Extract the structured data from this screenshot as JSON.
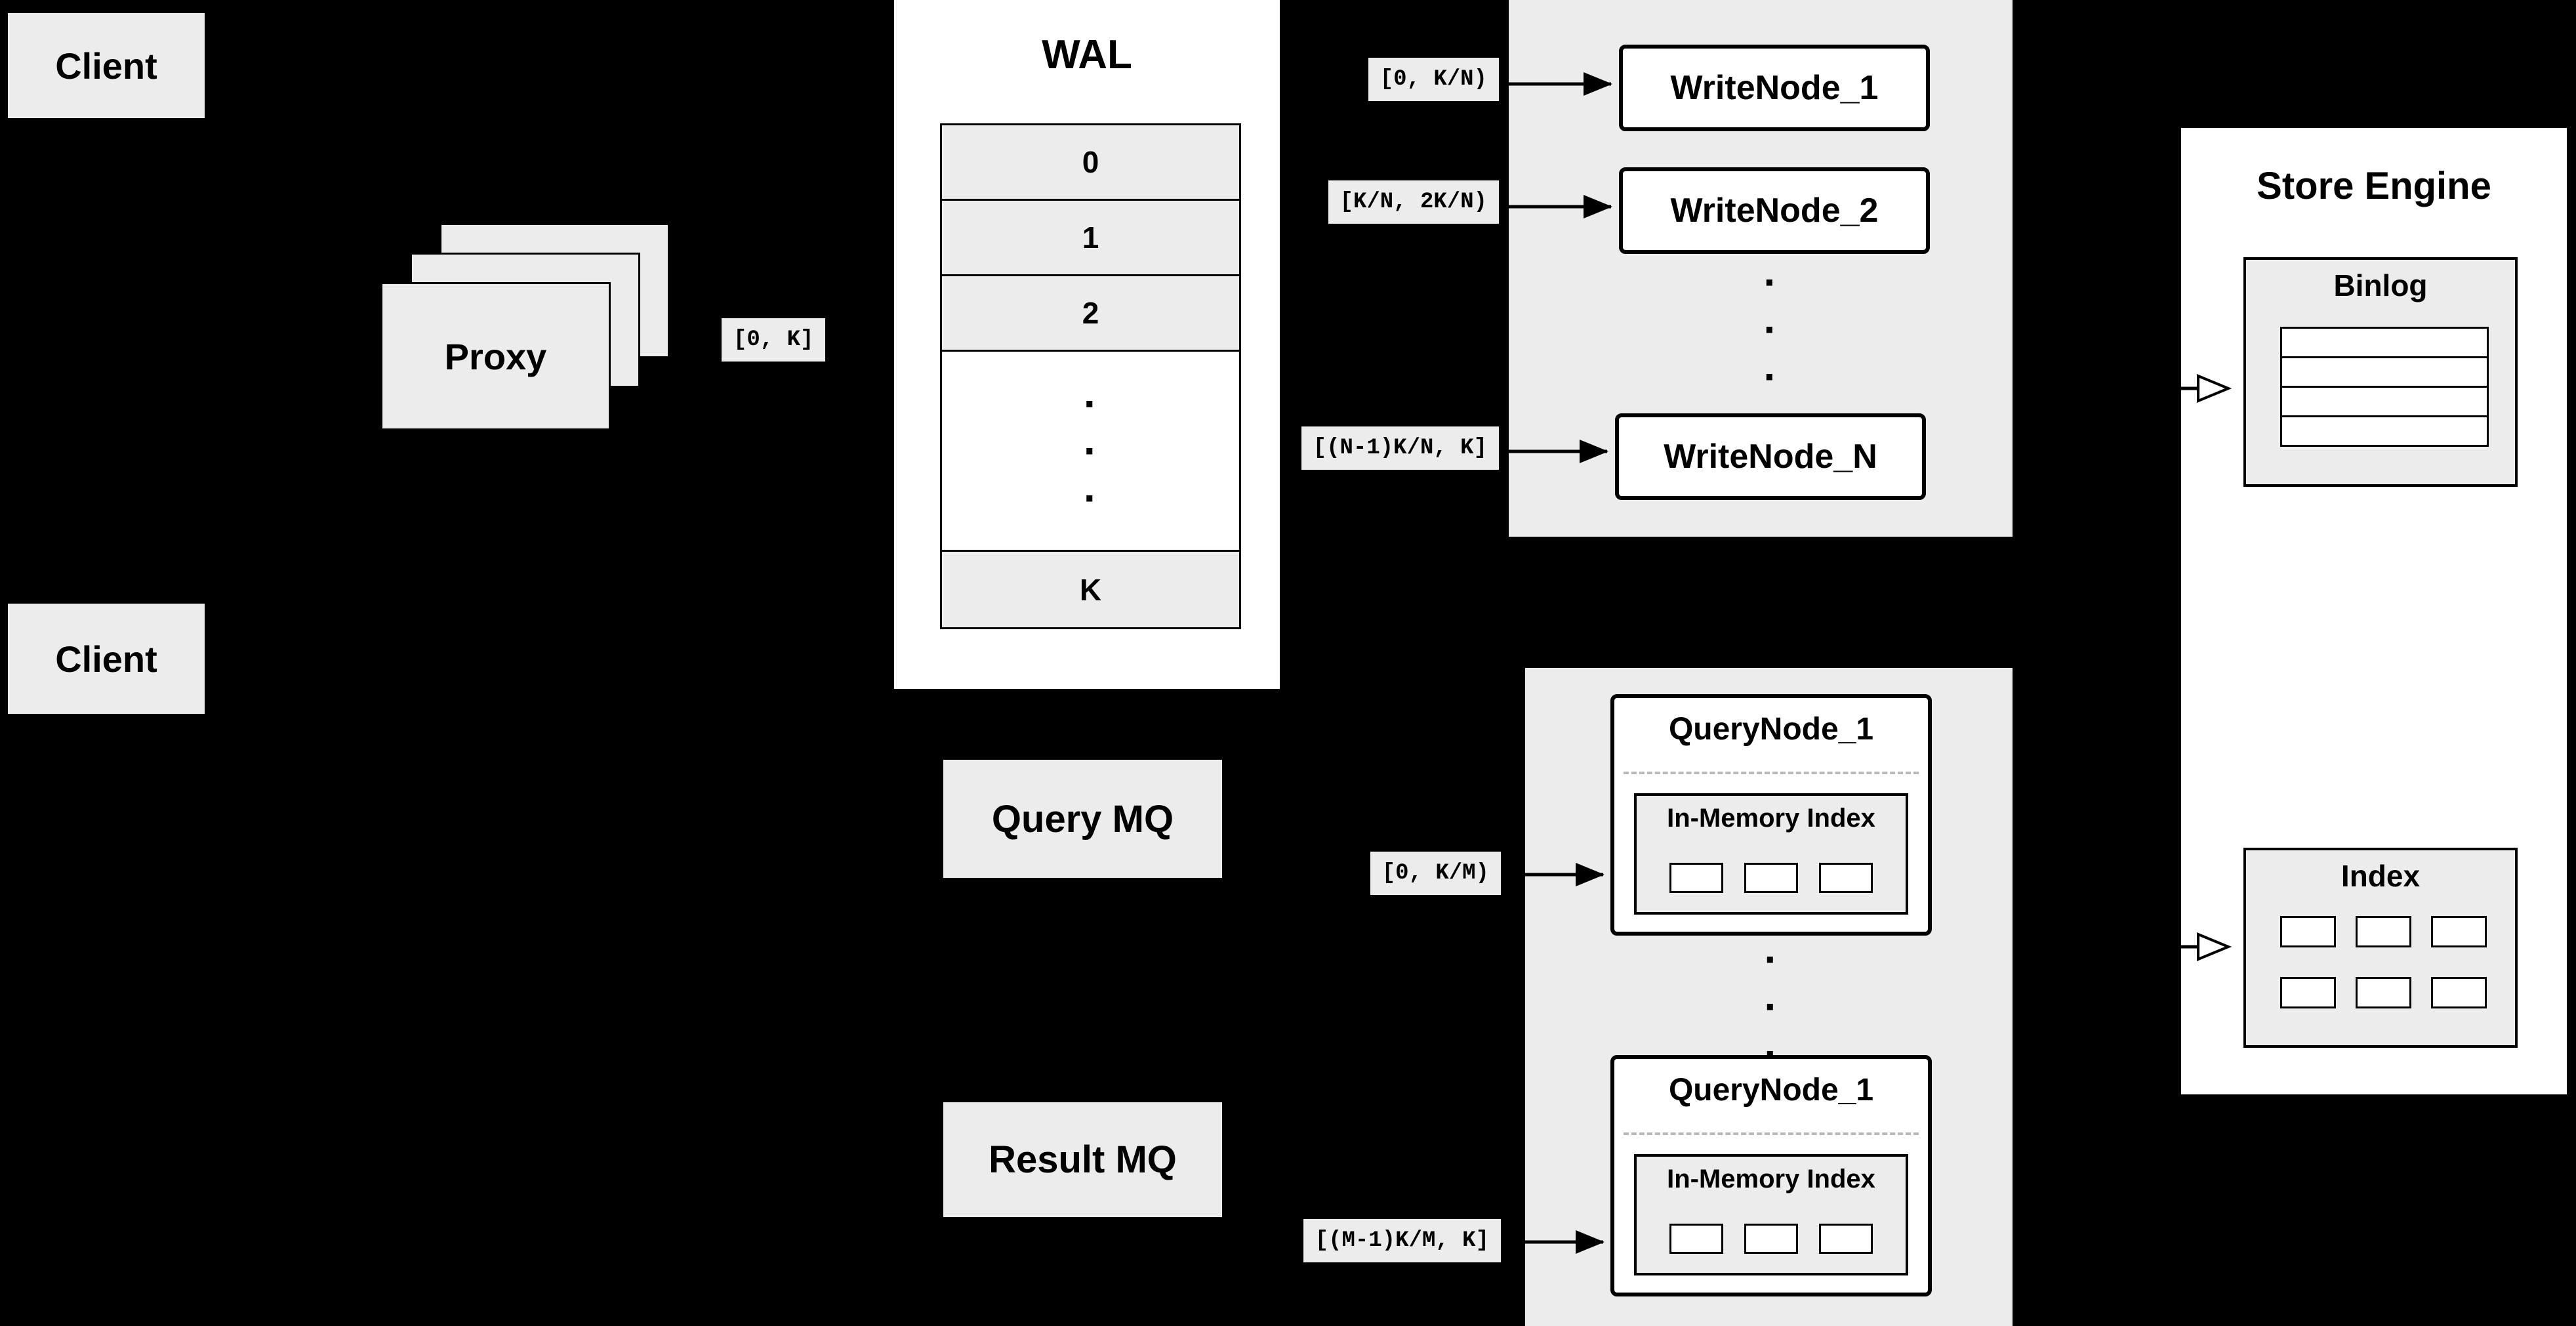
{
  "colors": {
    "background": "#000000",
    "panel_white": "#ffffff",
    "fill_gray": "#ececec",
    "line_black": "#000000",
    "dashed_divider": "#b9b9b9"
  },
  "glyphs": {
    "vertical_ellipsis": "·\n·\n·"
  },
  "clients": {
    "top": "Client",
    "bottom": "Client"
  },
  "proxy": {
    "label": "Proxy",
    "range": "[0, K]"
  },
  "wal": {
    "title": "WAL",
    "rows": [
      "0",
      "1",
      "2"
    ],
    "last_row": "K"
  },
  "write_section": {
    "ranges": [
      "[0, K/N)",
      "[K/N, 2K/N)",
      "[(N-1)K/N, K]"
    ],
    "nodes": [
      "WriteNode_1",
      "WriteNode_2",
      "WriteNode_N"
    ]
  },
  "store_engine": {
    "title": "Store Engine",
    "binlog_title": "Binlog",
    "index_title": "Index"
  },
  "mq": {
    "query_label": "Query MQ",
    "result_label": "Result MQ"
  },
  "query_section": {
    "ranges": [
      "[0, K/M)",
      "[(M-1)K/M, K]"
    ],
    "nodes": [
      {
        "title": "QueryNode_1",
        "memory_label": "In-Memory Index"
      },
      {
        "title": "QueryNode_1",
        "memory_label": "In-Memory Index"
      }
    ]
  }
}
